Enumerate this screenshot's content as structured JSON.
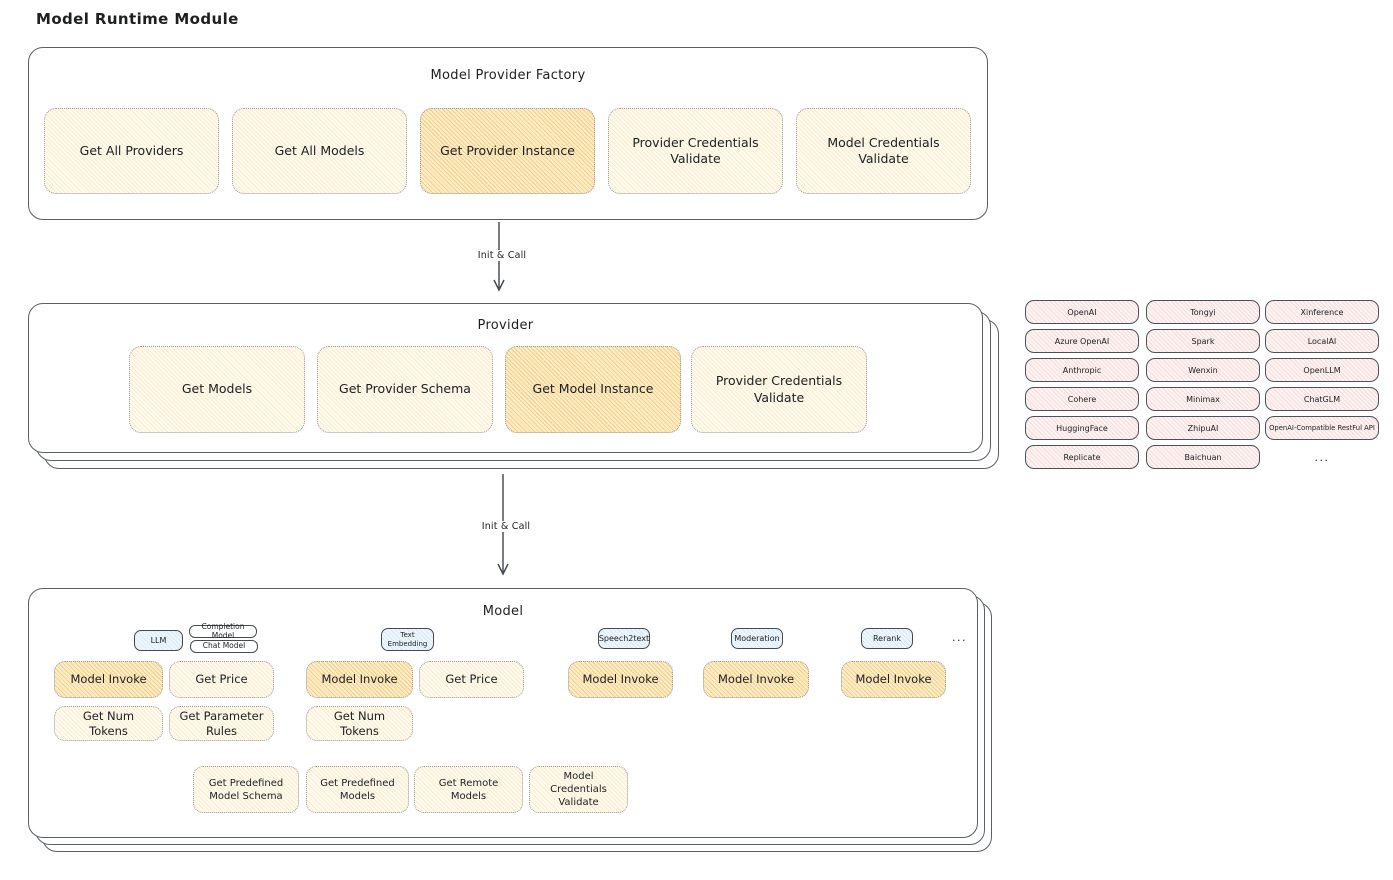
{
  "title": "Model Runtime Module",
  "colors": {
    "highlight_orange": "#f6cf8a",
    "panel_yellow": "#fbf4dc",
    "tag_blue": "#dcedf9",
    "provider_pink": "#fbe9e9",
    "box_border": "#5a6066"
  },
  "factory": {
    "title": "Model Provider Factory",
    "buttons": [
      {
        "label": "Get All Providers",
        "highlight": false
      },
      {
        "label": "Get All Models",
        "highlight": false
      },
      {
        "label": "Get Provider Instance",
        "highlight": true
      },
      {
        "label": "Provider Credentials Validate",
        "highlight": false
      },
      {
        "label": "Model Credentials Validate",
        "highlight": false
      }
    ]
  },
  "arrows": {
    "init_call_1": "Init & Call",
    "init_call_2": "Init & Call"
  },
  "provider": {
    "title": "Provider",
    "buttons": [
      {
        "label": "Get Models",
        "highlight": false
      },
      {
        "label": "Get Provider Schema",
        "highlight": false
      },
      {
        "label": "Get Model Instance",
        "highlight": true
      },
      {
        "label": "Provider Credentials Validate",
        "highlight": false
      }
    ]
  },
  "provider_list": {
    "col1": [
      "OpenAI",
      "Azure OpenAI",
      "Anthropic",
      "Cohere",
      "HuggingFace",
      "Replicate"
    ],
    "col2": [
      "Tongyi",
      "Spark",
      "Wenxin",
      "Minimax",
      "ZhipuAI",
      "Baichuan"
    ],
    "col3": [
      "Xinference",
      "LocalAI",
      "OpenLLM",
      "ChatGLM",
      "OpenAI-Compatible RestFul API"
    ],
    "more": "..."
  },
  "model": {
    "title": "Model",
    "tags": {
      "llm": "LLM",
      "completion_model": "Completion Model",
      "chat_model": "Chat Model",
      "text_embedding": "Text Embedding",
      "speech2text": "Speech2text",
      "moderation": "Moderation",
      "rerank": "Rerank",
      "more": "..."
    },
    "actions": {
      "model_invoke": "Model Invoke",
      "get_price": "Get Price",
      "get_num_tokens": "Get Num Tokens",
      "get_parameter_rules": "Get Parameter Rules",
      "get_predefined_model_schema": "Get Predefined Model Schema",
      "get_predefined_models": "Get Predefined Models",
      "get_remote_models": "Get Remote Models",
      "model_credentials_validate": "Model Credentials Validate"
    }
  }
}
